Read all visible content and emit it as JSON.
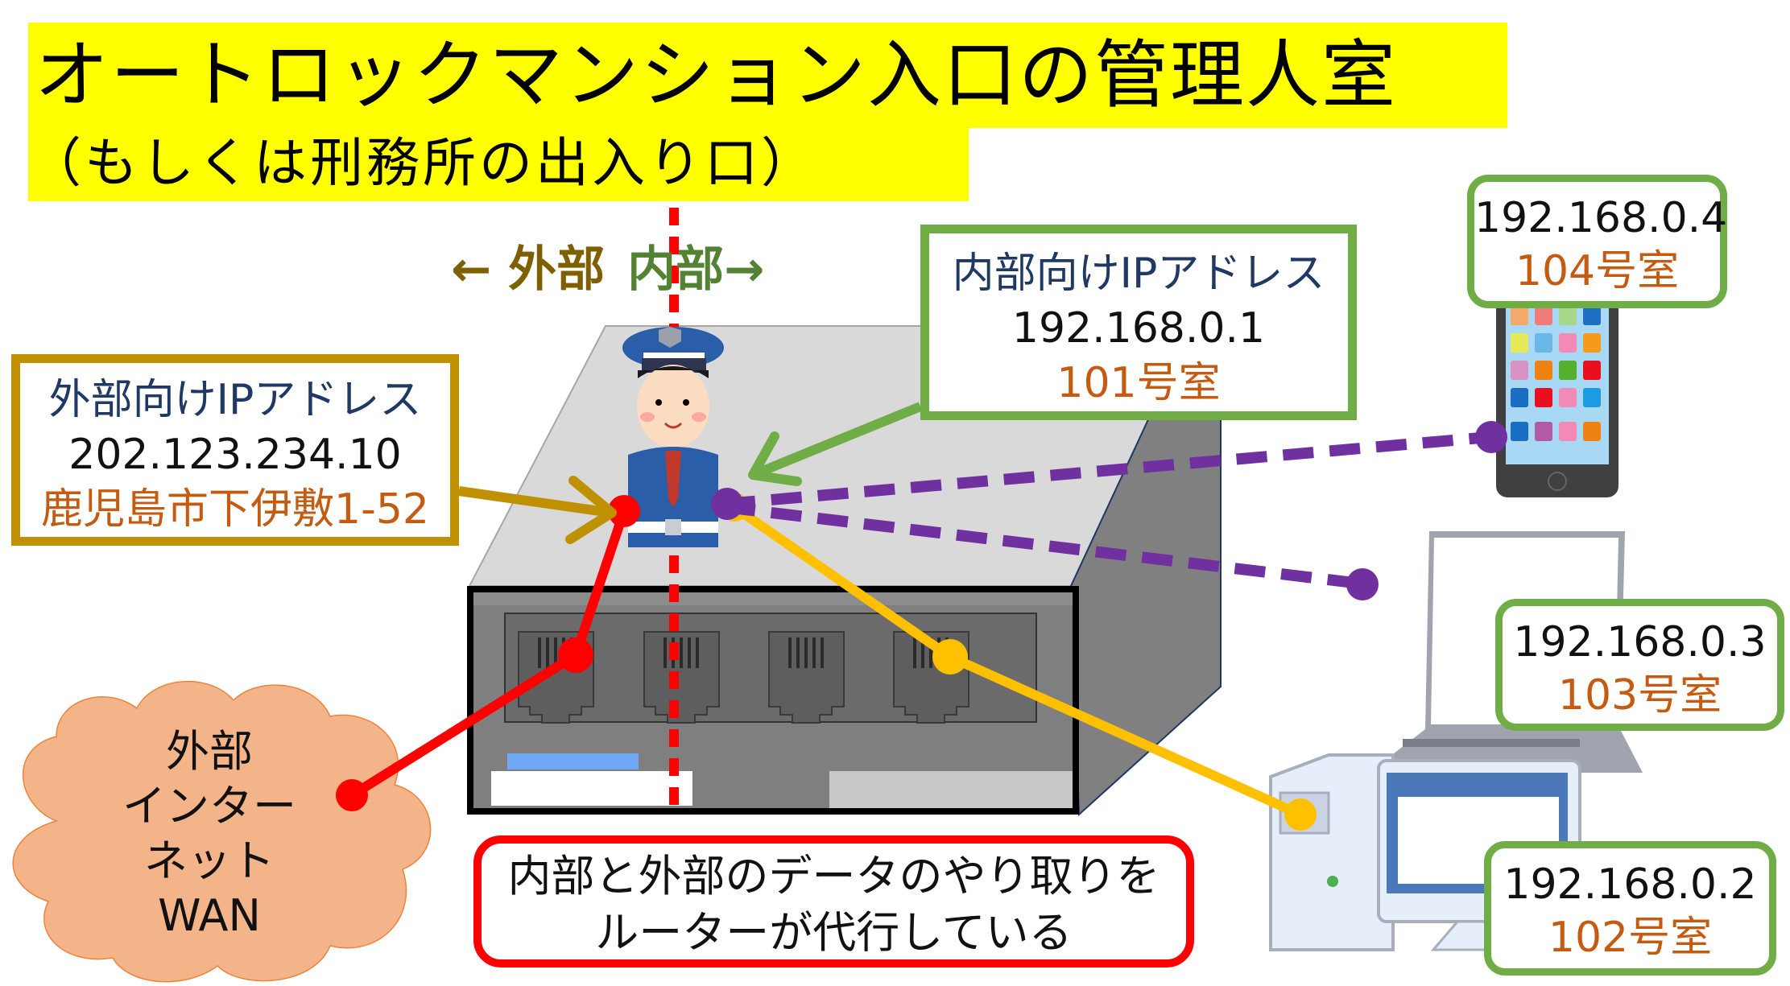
{
  "title": "オートロックマンション入口の管理人室",
  "subtitle": "（もしくは刑務所の出入り口）",
  "sides": {
    "outside_label": "← 外部",
    "inside_label": "内部→"
  },
  "router": {
    "name": "router-icon",
    "wan_box": {
      "heading": "外部向けIPアドレス",
      "ip": "202.123.234.10",
      "analogy": "鹿児島市下伊敷1-52"
    },
    "lan_box": {
      "heading": "内部向けIPアドレス",
      "ip": "192.168.0.1",
      "analogy": "101号室"
    }
  },
  "wan_cloud": {
    "lines": [
      "外部",
      "インター",
      "ネット",
      "WAN"
    ]
  },
  "devices": [
    {
      "type": "smartphone",
      "ip": "192.168.0.4",
      "room": "104号室",
      "connection": "wireless"
    },
    {
      "type": "laptop",
      "ip": "192.168.0.3",
      "room": "103号室",
      "connection": "wireless"
    },
    {
      "type": "desktop",
      "ip": "192.168.0.2",
      "room": "102号室",
      "connection": "wired"
    }
  ],
  "note": {
    "line1": "内部と外部のデータのやり取りを",
    "line2": "ルーターが代行している"
  },
  "colors": {
    "title_bg": "#ffff00",
    "wan_border": "#bf9000",
    "lan_border": "#70ad47",
    "wan_line": "#ff0000",
    "wired_line": "#ffc000",
    "wireless_line": "#7030a0",
    "note_border": "#ff0000",
    "cloud_fill": "#f4b183",
    "boundary_line": "#ff0000"
  }
}
